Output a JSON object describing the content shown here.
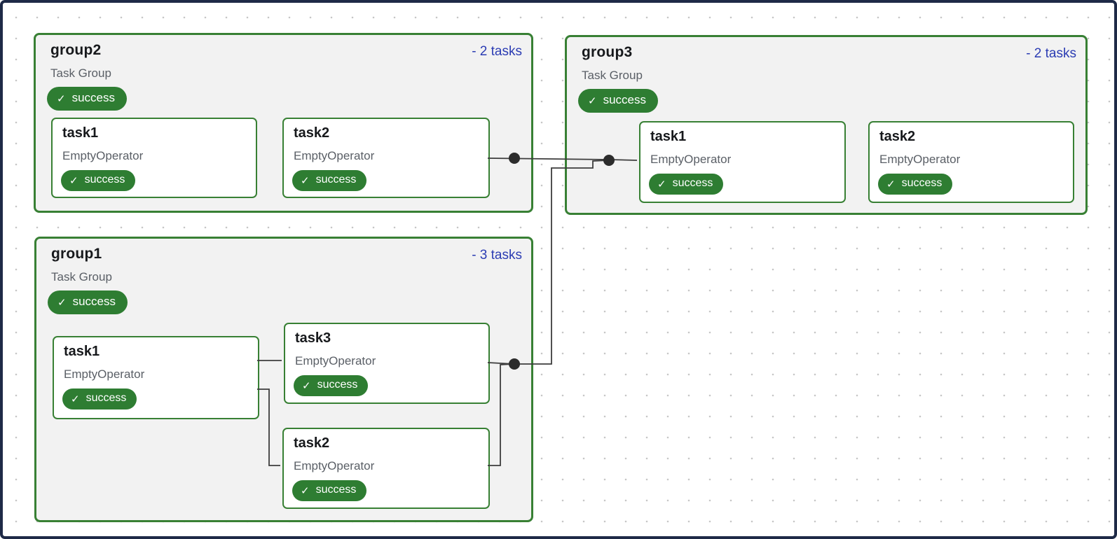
{
  "colors": {
    "success_green": "#2e7d32",
    "group_border_green": "#388034",
    "collapse_blue": "#2b3cb3",
    "edge_gray": "#3d3d3d",
    "group_background": "#f2f2f2",
    "frame_navy": "#1e2a47"
  },
  "badge": {
    "check_icon": "✓"
  },
  "groups": [
    {
      "name": "group2",
      "type_label": "Task Group",
      "status": "success",
      "collapse_label": "- 2 tasks",
      "tasks": [
        {
          "name": "task1",
          "operator": "EmptyOperator",
          "status": "success"
        },
        {
          "name": "task2",
          "operator": "EmptyOperator",
          "status": "success"
        }
      ]
    },
    {
      "name": "group3",
      "type_label": "Task Group",
      "status": "success",
      "collapse_label": "- 2 tasks",
      "tasks": [
        {
          "name": "task1",
          "operator": "EmptyOperator",
          "status": "success"
        },
        {
          "name": "task2",
          "operator": "EmptyOperator",
          "status": "success"
        }
      ]
    },
    {
      "name": "group1",
      "type_label": "Task Group",
      "status": "success",
      "collapse_label": "- 3 tasks",
      "tasks": [
        {
          "name": "task1",
          "operator": "EmptyOperator",
          "status": "success"
        },
        {
          "name": "task3",
          "operator": "EmptyOperator",
          "status": "success"
        },
        {
          "name": "task2",
          "operator": "EmptyOperator",
          "status": "success"
        }
      ]
    }
  ]
}
